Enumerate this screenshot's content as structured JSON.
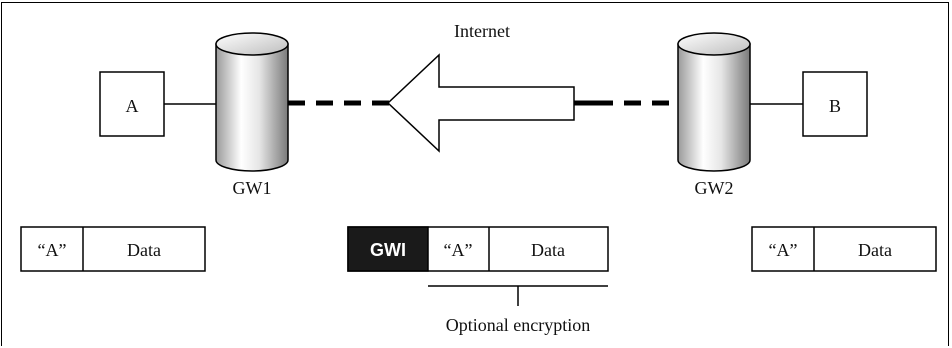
{
  "internet_label": "Internet",
  "hosts": {
    "a": "A",
    "b": "B"
  },
  "gateways": {
    "gw1": "GW1",
    "gw2": "GW2"
  },
  "packets": {
    "left": {
      "addr": "“A”",
      "data": "Data"
    },
    "middle": {
      "header": "GWI",
      "addr": "“A”",
      "data": "Data"
    },
    "right": {
      "addr": "“A”",
      "data": "Data"
    }
  },
  "encryption_label": "Optional encryption",
  "colors": {
    "line": "#000000",
    "header_fill": "#1a1a1a",
    "cylinder_light": "#ffffff",
    "cylinder_dark": "#8c8c8c"
  }
}
